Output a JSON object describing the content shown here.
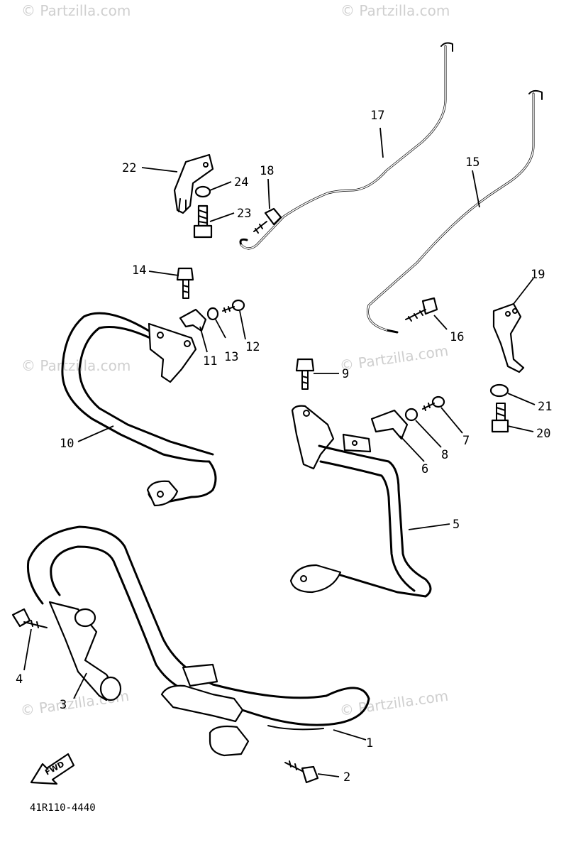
{
  "watermark": "© Partzilla.com",
  "diagram_code": "41R110-4440",
  "fwd_label": "FWD",
  "callouts": {
    "c1": "1",
    "c2": "2",
    "c3": "3",
    "c4": "4",
    "c5": "5",
    "c6": "6",
    "c7": "7",
    "c8": "8",
    "c9": "9",
    "c10": "10",
    "c11": "11",
    "c12": "12",
    "c13": "13",
    "c14": "14",
    "c15": "15",
    "c16": "16",
    "c17": "17",
    "c18": "18",
    "c19": "19",
    "c20": "20",
    "c21": "21",
    "c22": "22",
    "c23": "23",
    "c24": "24"
  }
}
